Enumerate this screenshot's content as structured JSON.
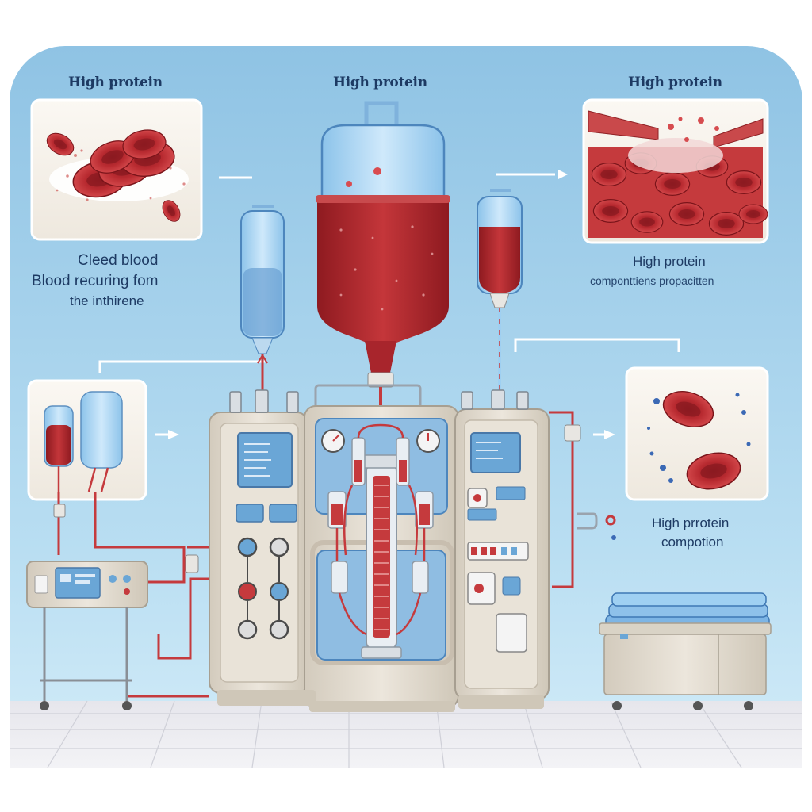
{
  "titles": {
    "left": "High protein",
    "center": "High protein",
    "right": "High protein"
  },
  "left_caption": {
    "line1": "Cleed blood",
    "line2": "Blood recuring fom",
    "line3": "the inthirene"
  },
  "right_caption": {
    "line1": "High protein",
    "line2": "componttiens propacitten"
  },
  "lower_caption": {
    "line1": "High prrotein",
    "line2": "compotion"
  },
  "colors": {
    "background_blue": "#a9d2ea",
    "blood_red": "#b4232a",
    "bag_blue": "#9fd0f2",
    "machine_beige": "#e4ddd0",
    "panel_blue": "#6aa6d6",
    "floor": "#e9e9ee"
  }
}
